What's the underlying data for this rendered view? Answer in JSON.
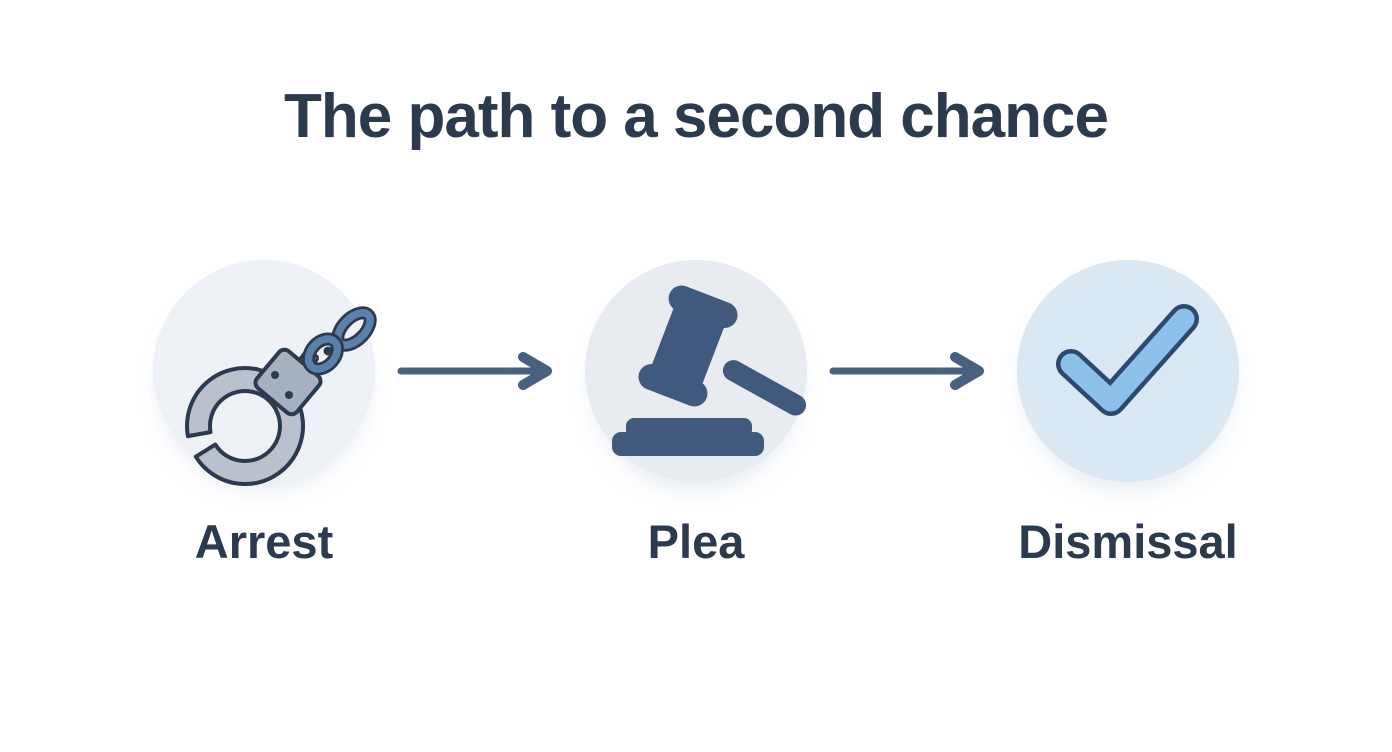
{
  "title": "The path to a second chance",
  "flow": {
    "steps": [
      {
        "label": "Arrest",
        "icon": "handcuffs-icon"
      },
      {
        "label": "Plea",
        "icon": "gavel-icon"
      },
      {
        "label": "Dismissal",
        "icon": "checkmark-icon"
      }
    ],
    "connector": "arrow-right"
  },
  "colors": {
    "background": "#ffffff",
    "title_text": "#2c3a4e",
    "label_text": "#2c3a4e",
    "arrow": "#47617f",
    "step_circle_bgs": [
      "#eef1f6",
      "#e8ecf1",
      "#d9e8f3"
    ],
    "gavel": "#40597c",
    "cuff_metal": "#b9c1cc",
    "lock_metal": "#a6b0bf",
    "icon_outline": "#2c3a50",
    "chain_blue": "#5b80ab",
    "check_fill": "#8cc1ec",
    "check_outline": "#2d4a6e"
  }
}
